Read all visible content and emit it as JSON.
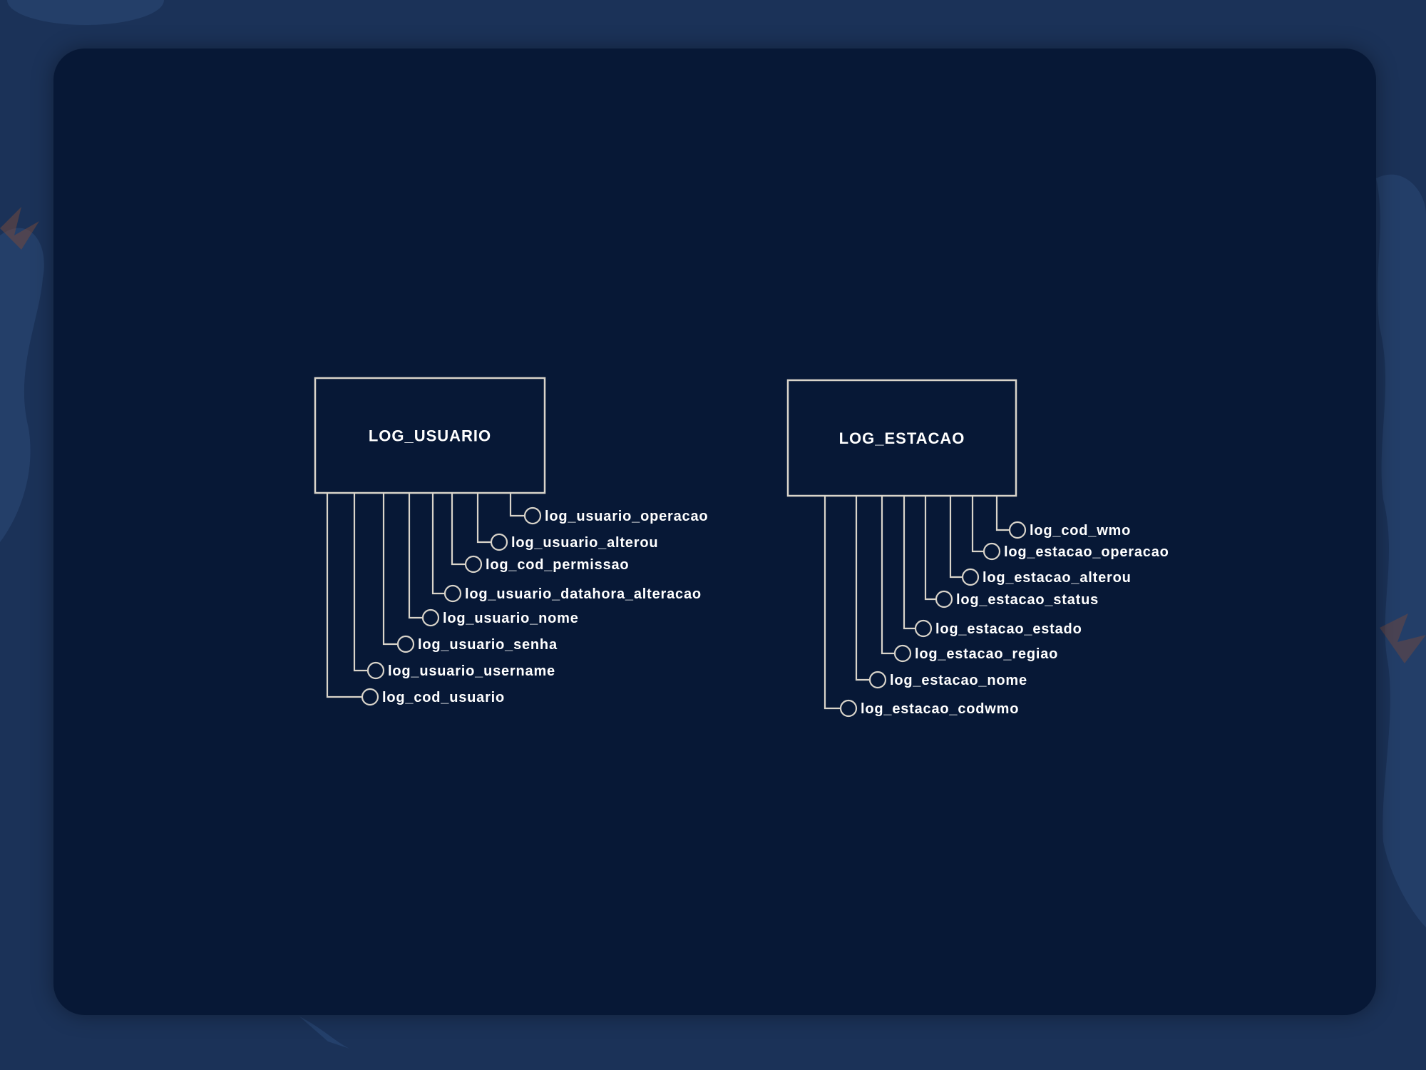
{
  "diagram": {
    "entities": [
      {
        "name": "LOG_USUARIO",
        "attributes": [
          "log_usuario_operacao",
          "log_usuario_alterou",
          "log_cod_permissao",
          "log_usuario_datahora_alteracao",
          "log_usuario_nome",
          "log_usuario_senha",
          "log_usuario_username",
          "log_cod_usuario"
        ]
      },
      {
        "name": "LOG_ESTACAO",
        "attributes": [
          "log_cod_wmo",
          "log_estacao_operacao",
          "log_estacao_alterou",
          "log_estacao_status",
          "log_estacao_estado",
          "log_estacao_regiao",
          "log_estacao_nome",
          "log_estacao_codwmo"
        ]
      }
    ]
  }
}
